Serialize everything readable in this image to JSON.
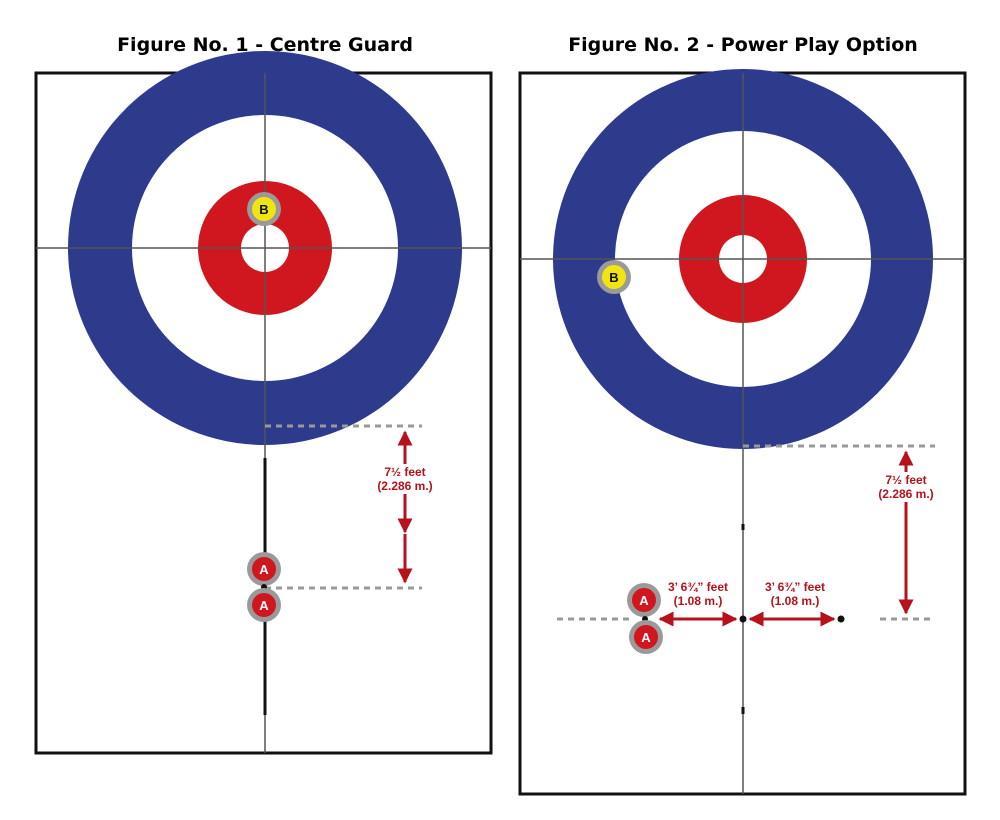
{
  "figure1": {
    "title": "Figure No. 1 - Centre Guard",
    "stone_b": "B",
    "stone_a_top": "A",
    "stone_a_bottom": "A",
    "dimension_label_line1": "7½ feet",
    "dimension_label_line2": "(2.286 m.)"
  },
  "figure2": {
    "title": "Figure No. 2 - Power Play Option",
    "stone_b": "B",
    "stone_a_top": "A",
    "stone_a_bottom": "A",
    "left_dim_line1": "3’ 6¾” feet",
    "left_dim_line2": "(1.08 m.)",
    "right_dim_line1": "3’ 6¾” feet",
    "right_dim_line2": "(1.08 m.)",
    "dimension_label_line1": "7½ feet",
    "dimension_label_line2": "(2.286 m.)"
  },
  "colors": {
    "outer_ring": "#2e3a8c",
    "inner_ring": "#d0161f",
    "dimension": "#b5121b",
    "stone_a": "#d0161f",
    "stone_b": "#f0e513",
    "stone_rim": "#9a9a9a",
    "centre_line": "#555555",
    "dashed_line": "#999999"
  }
}
